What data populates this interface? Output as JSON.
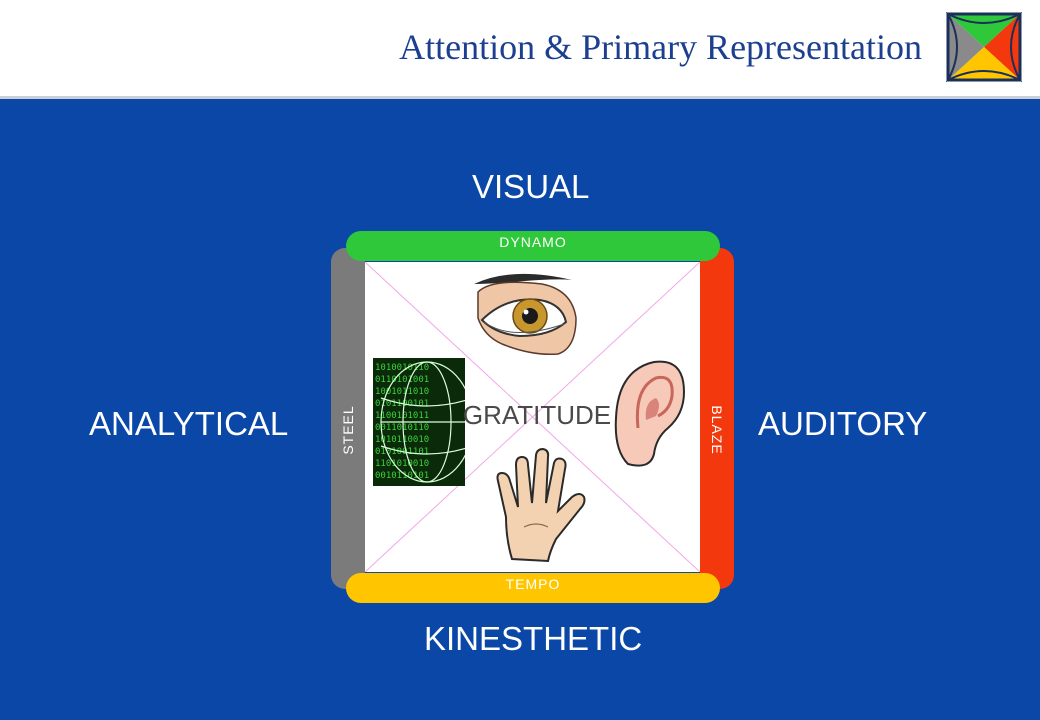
{
  "header": {
    "title": "Attention & Primary Representation"
  },
  "diagram": {
    "quadrants": {
      "top": "VISUAL",
      "bottom": "KINESTHETIC",
      "left": "ANALYTICAL",
      "right": "AUDITORY"
    },
    "bars": {
      "top": "DYNAMO",
      "bottom": "TEMPO",
      "left": "STEEL",
      "right": "BLAZE"
    },
    "center": "GRATITUDE",
    "icons": {
      "top": "eye-icon",
      "right": "ear-icon",
      "bottom": "hand-icon",
      "left": "matrix-globe-icon"
    }
  },
  "colors": {
    "background": "#0a47a6",
    "title": "#1d3f8f",
    "dynamo": "#2fc83a",
    "tempo": "#ffc600",
    "steel": "#7b7b7b",
    "blaze": "#f2380c"
  }
}
